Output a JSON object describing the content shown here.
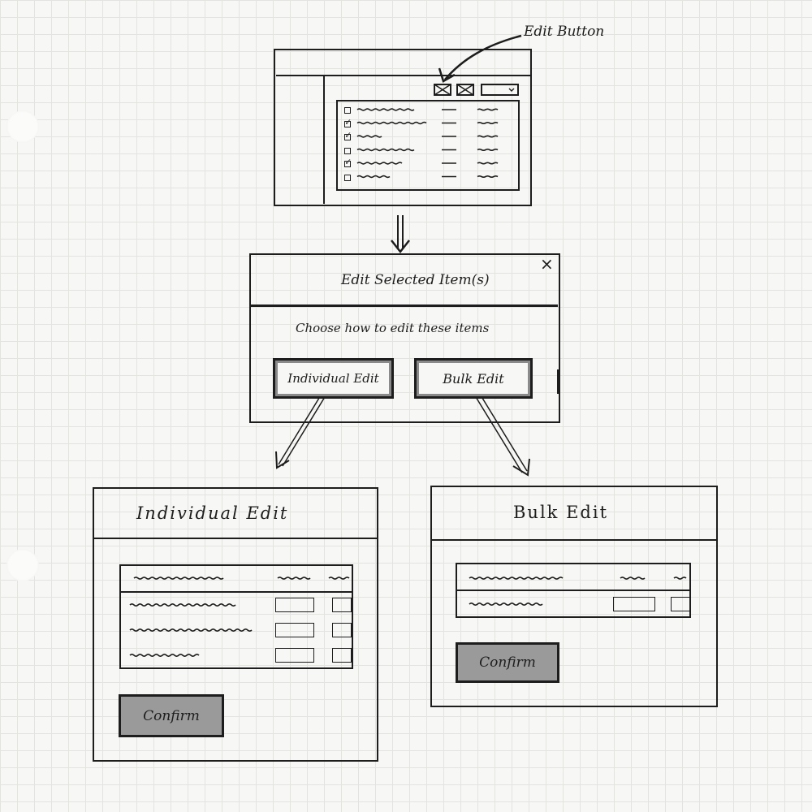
{
  "annotations": {
    "edit_button_label": "Edit Button"
  },
  "modal": {
    "title": "Edit Selected Item(s)",
    "prompt": "Choose how to edit these items",
    "individual_button": "Individual Edit",
    "bulk_button": "Bulk Edit",
    "close_glyph": "×"
  },
  "individual_panel": {
    "title": "Individual Edit",
    "confirm_label": "Confirm"
  },
  "bulk_panel": {
    "title": "Bulk Edit",
    "confirm_label": "Confirm"
  },
  "list_wireframe": {
    "checkbox_states": [
      false,
      true,
      true,
      false,
      true,
      false
    ]
  },
  "colors": {
    "ink": "#1d1d1d",
    "fill_gray": "#9a9a9a",
    "paper": "#f7f7f5",
    "grid": "#e3e3e0"
  }
}
